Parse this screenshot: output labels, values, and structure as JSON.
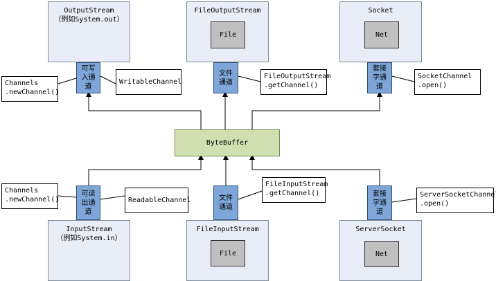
{
  "buffer": "ByteBuffer",
  "top": {
    "output_stream": {
      "title": "OutputStream\n（例如System.out）",
      "channel": "可写\n入通\n道",
      "callout_left": "Channels\n.newChannel()",
      "callout_right": "WritableChannel"
    },
    "file_output": {
      "title": "FileOutputStream",
      "inner": "File",
      "channel": "文件\n通道",
      "callout_right": "FileOutputStream\n.getChannel()"
    },
    "socket": {
      "title": "Socket",
      "inner": "Net",
      "channel": "套接\n字通\n道",
      "callout_right": "SocketChannel\n.open()"
    }
  },
  "bottom": {
    "input_stream": {
      "title": "InputStream\n（例如System.in）",
      "channel": "可读\n出通\n道",
      "callout_left": "Channels\n.newChannel()",
      "callout_right": "ReadableChannel"
    },
    "file_input": {
      "title": "FileInputStream",
      "inner": "File",
      "channel": "文件\n通道",
      "callout_right": "FileInputStream\n.getChannel()"
    },
    "server_socket": {
      "title": "ServerSocket",
      "inner": "Net",
      "channel": "套接\n字通\n道",
      "callout_right": "ServerSocketChannel\n.open()"
    }
  }
}
